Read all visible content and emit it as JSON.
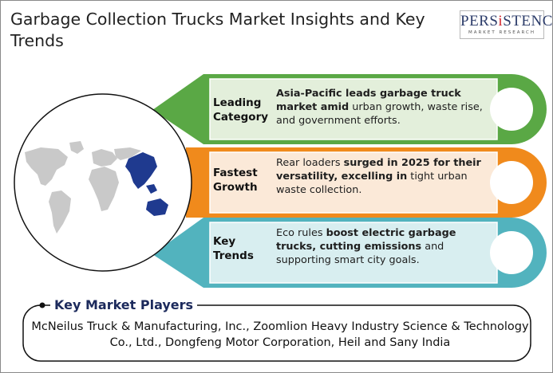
{
  "header": {
    "title": "Garbage Collection Trucks Market Insights and Key Trends"
  },
  "logo": {
    "brand_left": "PERS",
    "brand_accent": "i",
    "brand_right": "STENCE",
    "tagline": "MARKET RESEARCH",
    "color_navy": "#2c3c6a",
    "color_red": "#d2232a"
  },
  "insights": [
    {
      "label": "Leading Category",
      "bold": "Asia-Pacific leads garbage truck market amid",
      "text": " urban growth, waste rise, and government efforts.",
      "color": "#5aa845",
      "fill": "#e3efdb"
    },
    {
      "label": "Fastest Growth",
      "lead": "Rear loaders ",
      "bold": "surged in 2025 for their versatility, excelling in",
      "text": " tight urban waste collection.",
      "color": "#f08a1c",
      "fill": "#fbe9d8"
    },
    {
      "label": "Key Trends",
      "lead": "Eco rules ",
      "bold": "boost electric garbage trucks, cutting emissions",
      "text": " and supporting smart city goals.",
      "color": "#52b3be",
      "fill": "#d8eef0"
    }
  ],
  "map": {
    "highlight_region": "Asia-Pacific",
    "highlight_color": "#1f3a8f",
    "base_color": "#c9c9c9"
  },
  "players": {
    "title": "Key Market Players",
    "text": "McNeilus Truck & Manufacturing, Inc., Zoomlion Heavy Industry Science & Technology Co., Ltd., Dongfeng Motor Corporation, Heil and Sany India"
  }
}
